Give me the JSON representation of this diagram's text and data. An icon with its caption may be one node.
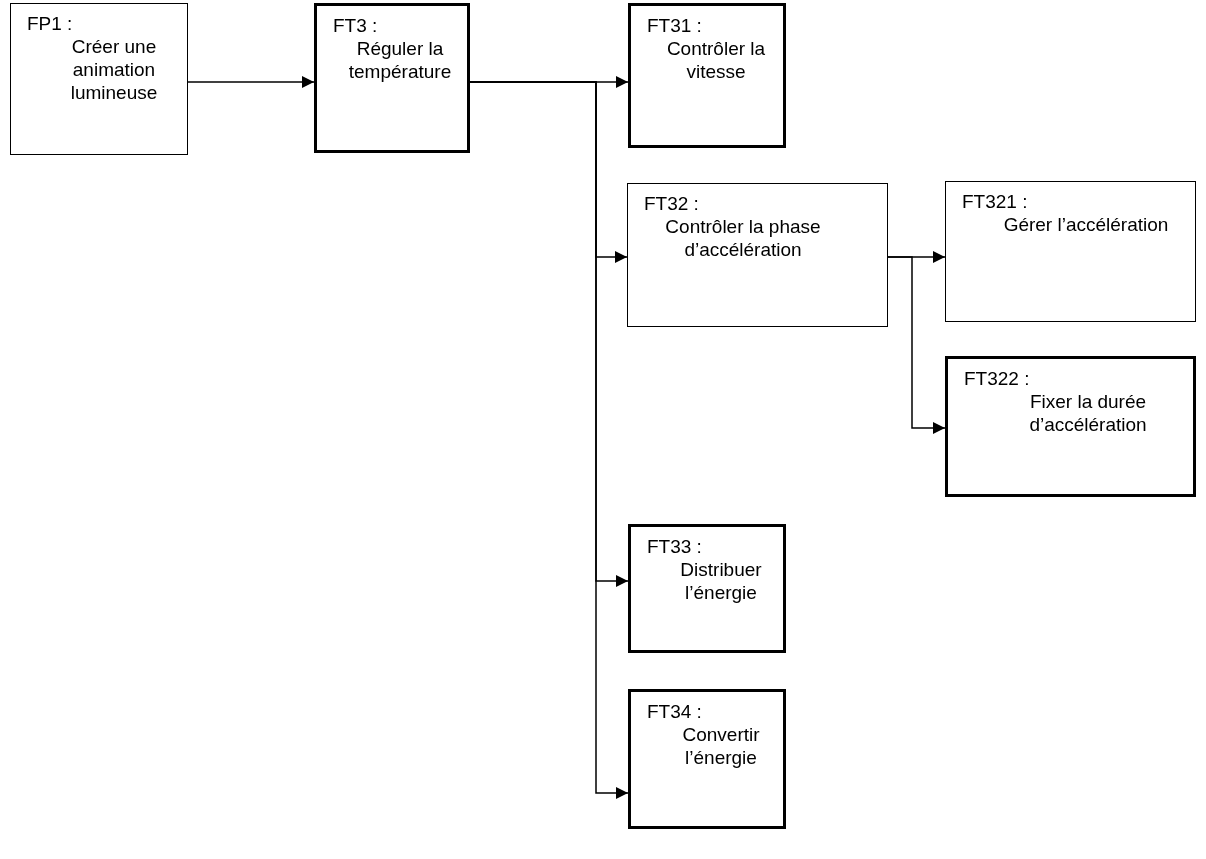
{
  "diagram": {
    "nodes": [
      {
        "text": [
          "FP1 :",
          "Créer une animation lumineuse"
        ]
      },
      {
        "text": [
          "FT3 :",
          "Réguler la température"
        ]
      },
      {
        "text": [
          "FT31 :",
          "Contrôler la vitesse"
        ]
      },
      {
        "text": [
          "FT32 :",
          "Contrôler la phase d’accélération"
        ]
      },
      {
        "text": [
          "FT321 :",
          "Gérer l’accélération"
        ]
      },
      {
        "text": [
          "FT322 :",
          "Fixer la durée d’accélération"
        ]
      },
      {
        "text": [
          "FT33 :",
          "Distribuer l’énergie"
        ]
      },
      {
        "text": [
          "FT34 :",
          "Convertir l’énergie"
        ]
      }
    ],
    "edges": [
      {
        "from": 0,
        "to": 1,
        "arrow": "to"
      },
      {
        "from": 1,
        "to": 2,
        "arrow": "to"
      },
      {
        "from": 1,
        "to": 3,
        "arrow": "to"
      },
      {
        "from": 1,
        "to": 6,
        "arrow": "to"
      },
      {
        "from": 1,
        "to": 7,
        "arrow": "to"
      },
      {
        "from": 3,
        "to": 4,
        "arrow": "to"
      },
      {
        "from": 3,
        "to": 5,
        "arrow": "to"
      }
    ]
  }
}
